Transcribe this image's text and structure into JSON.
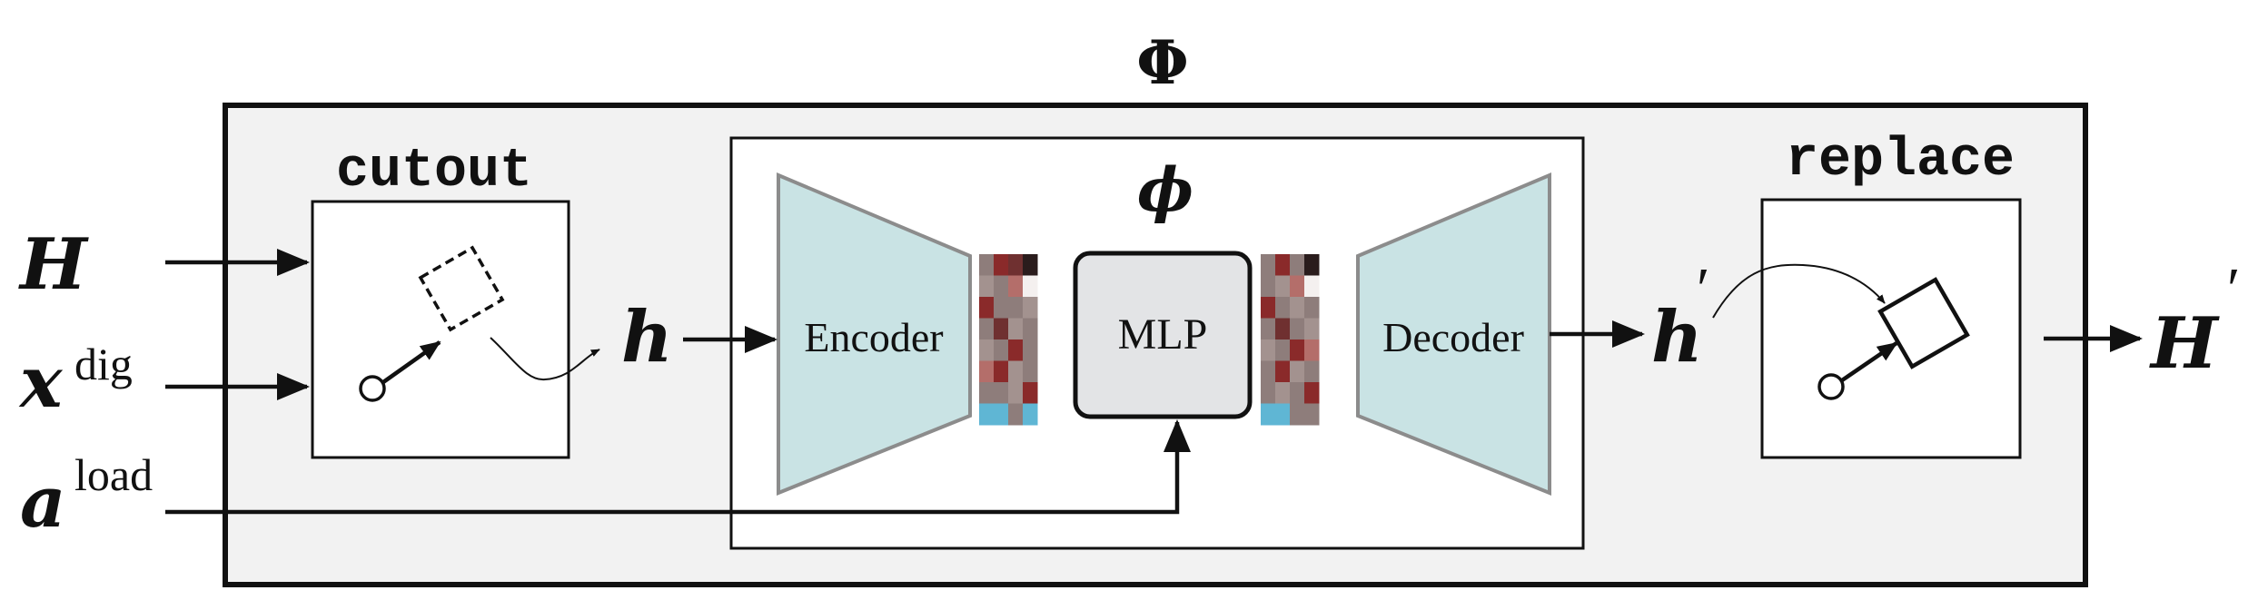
{
  "title": "Φ",
  "inner_title": "ϕ",
  "inputs": {
    "H": {
      "base": "H"
    },
    "x": {
      "base": "x",
      "sup": "dig"
    },
    "a": {
      "base": "a",
      "sup": "load"
    }
  },
  "h": "h",
  "h_prime": {
    "base": "h",
    "prime": "′"
  },
  "H_prime": {
    "base": "H",
    "prime": "′"
  },
  "blocks": {
    "cutout": "cutout",
    "replace": "replace",
    "encoder": "Encoder",
    "mlp": "MLP",
    "decoder": "Decoder"
  },
  "colors": {
    "outer_fill": "#f2f2f2",
    "trapezoid_fill": "#c9e3e4",
    "trapezoid_stroke": "#8c8c8c",
    "mlp_fill": "#e3e4e6",
    "latent_red": "#8a2a2a",
    "latent_grey": "#8e7d7b",
    "latent_blue": "#5fb6d4"
  }
}
